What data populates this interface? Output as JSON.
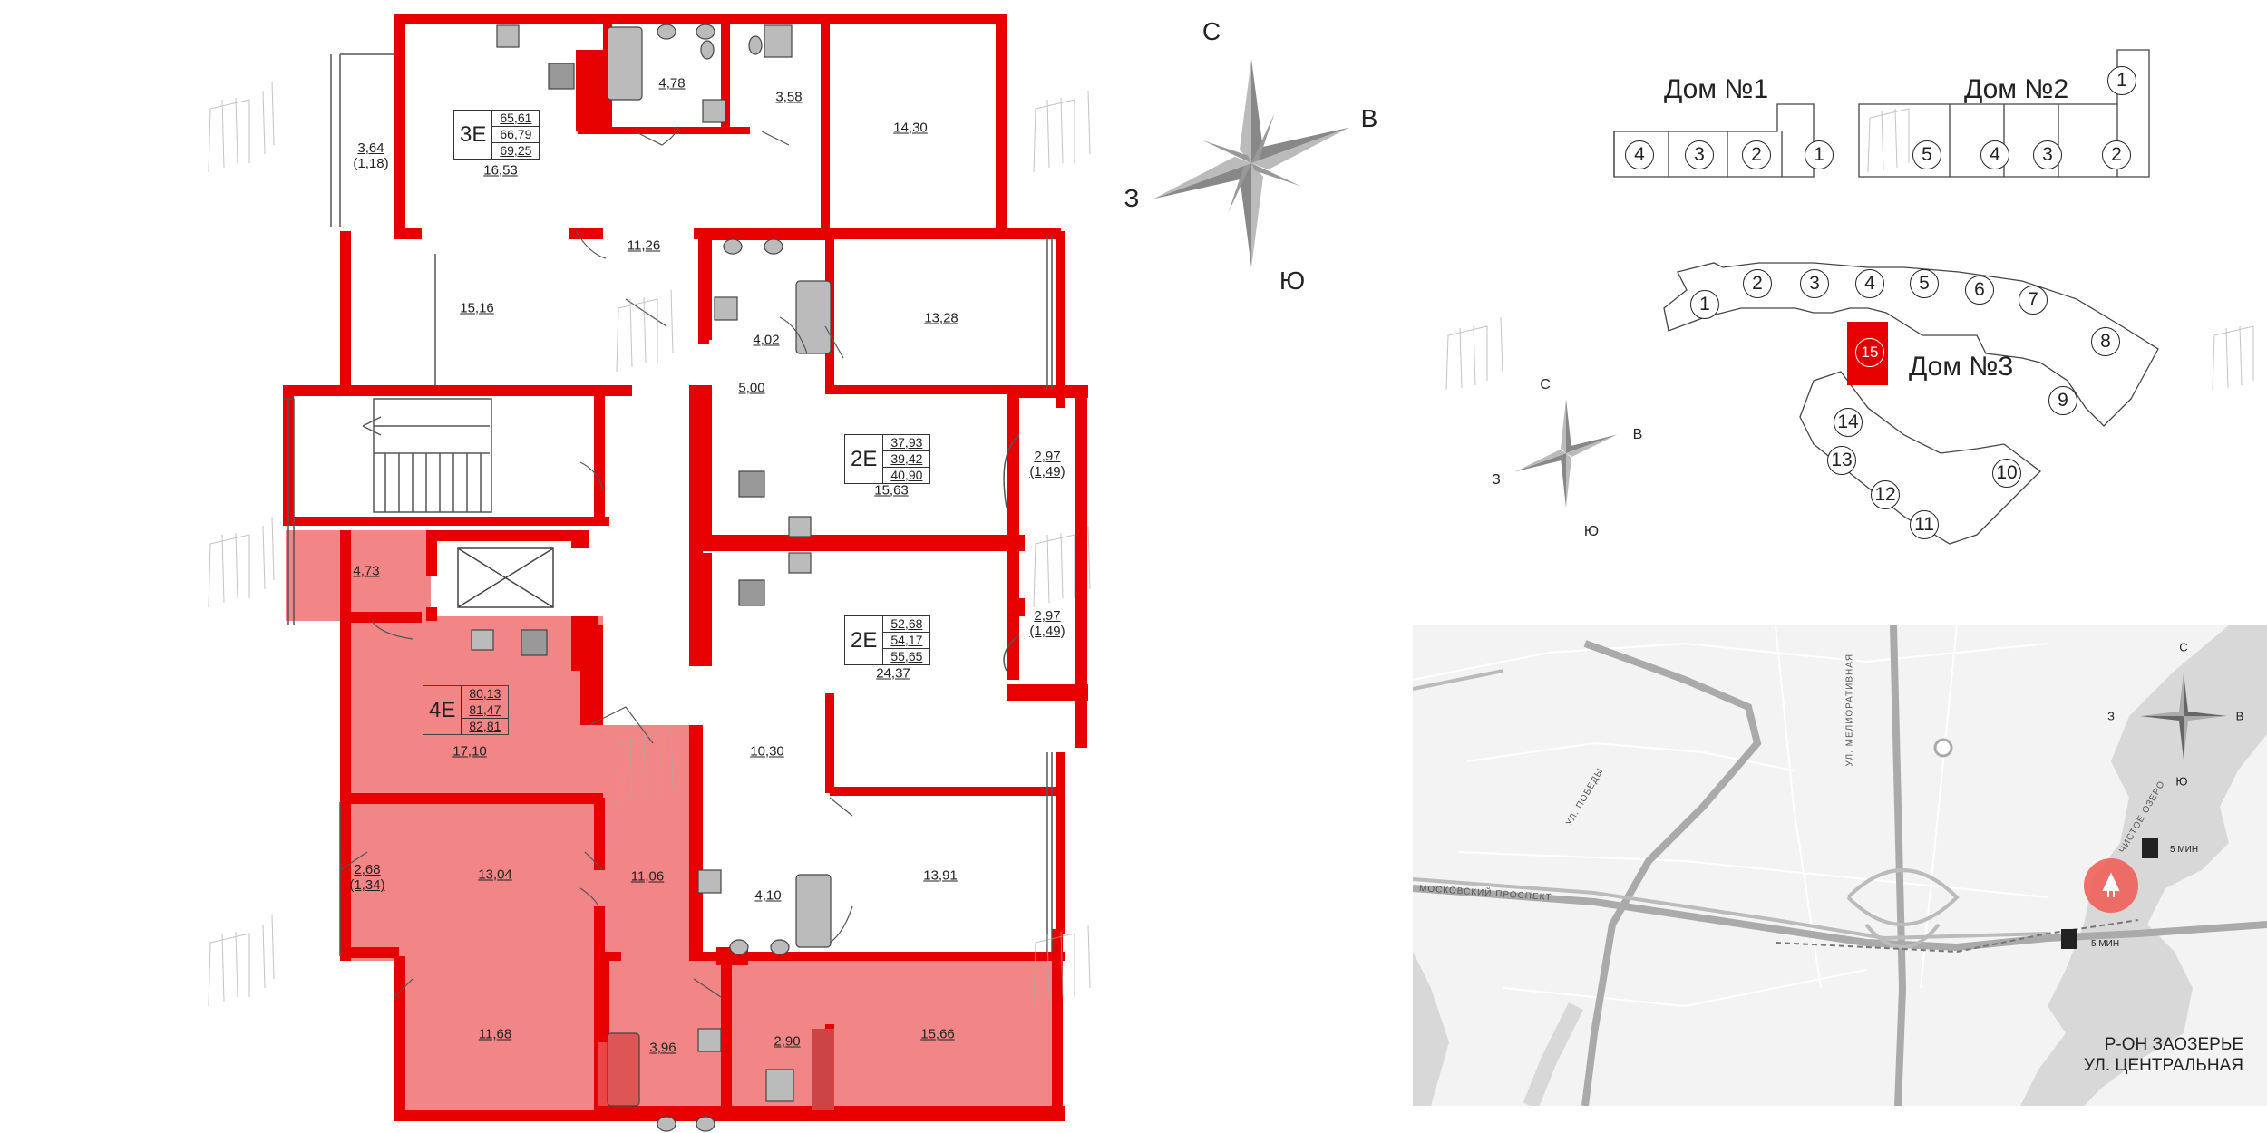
{
  "floorplan": {
    "rooms": [
      "3,64\n(1,18)",
      "16,53",
      "4,78",
      "3,58",
      "14,30",
      "11,26",
      "15,16",
      "4,02",
      "13,28",
      "5,00",
      "15,63",
      "2,97\n(1,49)",
      "4,73",
      "24,37",
      "2,97\n(1,49)",
      "17,10",
      "10,30",
      "2,68\n(1,34)",
      "13,04",
      "11,06",
      "4,10",
      "13,91",
      "11,68",
      "3,96",
      "2,90",
      "15,66"
    ],
    "apartments": [
      {
        "code": "3E",
        "areas": [
          "65,61",
          "66,79",
          "69,25"
        ]
      },
      {
        "code": "2E",
        "areas": [
          "37,93",
          "39,42",
          "40,90"
        ]
      },
      {
        "code": "2E",
        "areas": [
          "52,68",
          "54,17",
          "55,65"
        ]
      },
      {
        "code": "4E",
        "areas": [
          "80,13",
          "81,47",
          "82,81"
        ]
      }
    ],
    "compass": {
      "n": "С",
      "e": "В",
      "w": "З",
      "s": "Ю"
    },
    "highlight_color": "#f08080",
    "wall_color": "#e00000"
  },
  "site": {
    "house1": {
      "title": "Дом №1",
      "sections": [
        "4",
        "3",
        "2",
        "1"
      ]
    },
    "house2": {
      "title": "Дом №2",
      "sections": [
        "5",
        "4",
        "3",
        "2",
        "1"
      ]
    },
    "house3": {
      "title": "Дом №3",
      "sections": [
        "1",
        "2",
        "3",
        "4",
        "5",
        "6",
        "7",
        "8",
        "9",
        "10",
        "11",
        "12",
        "13",
        "14",
        "15"
      ],
      "active_section": "15"
    },
    "compass": {
      "n": "С",
      "e": "В",
      "w": "З",
      "s": "Ю"
    }
  },
  "map": {
    "streets": [
      "МОСКОВСКИЙ ПРОСПЕКТ",
      "УЛ. МЕЛИОРАТИВНАЯ",
      "УЛ. ПОБЕДЫ",
      "ЧИСТОЕ ОЗЕРО"
    ],
    "badge1": "5 МИН",
    "badge2": "5 МИН",
    "location_line1": "Р-ОН ЗАОЗЕРЬЕ",
    "location_line2": "УЛ. ЦЕНТРАЛЬНАЯ",
    "compass": {
      "n": "С",
      "e": "В",
      "w": "З",
      "s": "Ю"
    },
    "marker_color": "#f0605a"
  }
}
